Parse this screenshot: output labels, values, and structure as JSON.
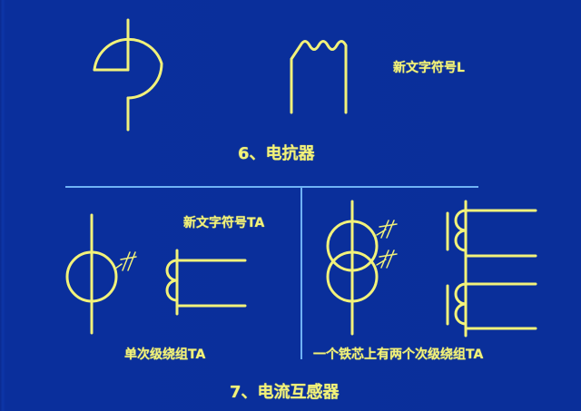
{
  "colors": {
    "background": "#0a2f9a",
    "symbol_stroke": "#f2f27a",
    "divider": "#6fb2f5",
    "text": "#f2f27a"
  },
  "section6": {
    "title": "6、电抗器",
    "symbols": [
      "reactor-symbol-old",
      "inductor-symbol"
    ],
    "new_letter_label": "新文字符号L"
  },
  "section7": {
    "title": "7、电流互感器",
    "new_letter_label": "新文字符号TA",
    "left_panel": {
      "caption": "单次级绕组TA",
      "symbols": [
        "ct-circle-symbol",
        "ct-coil-symbol"
      ]
    },
    "right_panel": {
      "caption": "一个铁芯上有两个次级绕组TA",
      "symbols": [
        "ct-double-circle-symbol",
        "ct-double-coil-symbol"
      ]
    }
  }
}
